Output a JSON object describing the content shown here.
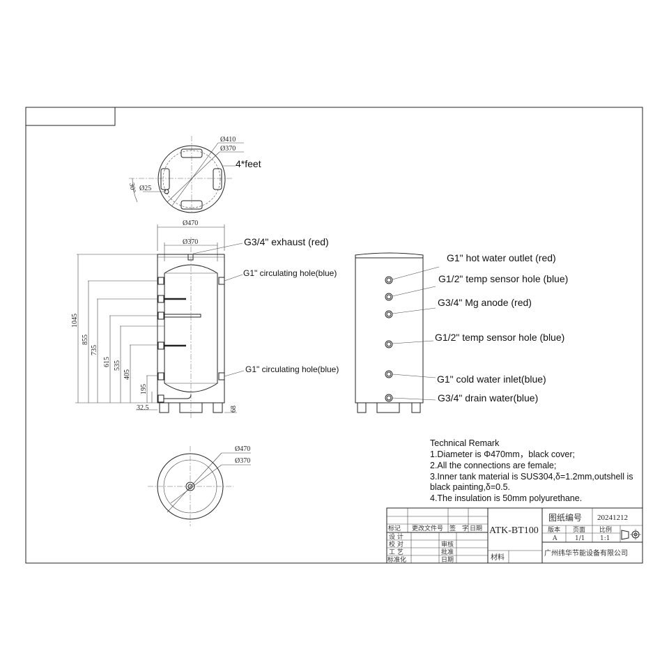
{
  "top_view": {
    "d_outer": "Ø410",
    "d_inner": "Ø370",
    "hole": "Ø25",
    "angle": "30°",
    "feet_label": "4*feet"
  },
  "front_view": {
    "width_outer": "Ø470",
    "width_inner": "Ø370",
    "heights": [
      "1045",
      "855",
      "735",
      "615",
      "535",
      "405",
      "195",
      "32.5"
    ],
    "foot_height": "68",
    "labels": {
      "exhaust": "G3/4\"  exhaust (red)",
      "circ_top": "G1\" circulating hole(blue)",
      "circ_bottom": "G1\"  circulating hole(blue)"
    }
  },
  "side_view": {
    "labels": [
      "G1\" hot water outlet (red)",
      "G1/2\"  temp sensor hole (blue)",
      "G3/4\" Mg anode (red)",
      "G1/2\"  temp sensor hole (blue)",
      "G1\" cold water inlet(blue)",
      "G3/4\" drain water(blue)"
    ]
  },
  "bottom_view": {
    "d_outer": "Ø470",
    "d_inner": "Ø370"
  },
  "remarks": {
    "title": "Technical Remark",
    "lines": [
      "1.Diameter is Φ470mm，black cover;",
      "2.All the connections are female;",
      "3.Inner tank material is SUS304,δ=1.2mm,outshell is",
      "black painting,δ=0.5.",
      "4.The insulation is 50mm polyurethane."
    ]
  },
  "title_block": {
    "model": "ATK-BT100",
    "drawing_no_label": "图纸编号",
    "drawing_no": "20241212",
    "version_label": "版本",
    "version": "A",
    "page_label": "页面",
    "page": "1/1",
    "scale_label": "比例",
    "scale": "1:1",
    "company": "广州纬华节能设备有限公司",
    "material_label": "材料",
    "mark": "标记",
    "change_doc": "更改文件号",
    "sign": "签　字",
    "date": "日期",
    "design": "设 计",
    "check": "校 对",
    "process": "工 艺",
    "standard": "标准化",
    "review": "审核",
    "approve": "批准",
    "date2": "日期"
  }
}
